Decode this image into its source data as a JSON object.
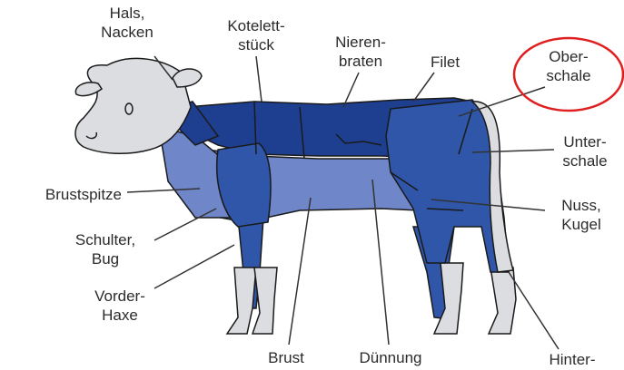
{
  "labels": {
    "hals": [
      "Hals,",
      "Nacken"
    ],
    "kotelett": [
      "Kotelett-",
      "stück"
    ],
    "nieren": [
      "Nieren-",
      "braten"
    ],
    "filet": "Filet",
    "ober": [
      "Ober-",
      "schale"
    ],
    "unter": [
      "Unter-",
      "schale"
    ],
    "brustspitze": "Brustspitze",
    "nuss": [
      "Nuss,",
      "Kugel"
    ],
    "schulter": [
      "Schulter,",
      "Bug"
    ],
    "vorder": [
      "Vorder-",
      "Haxe"
    ],
    "brust": "Brust",
    "duennung": "Dünnung",
    "hinter": "Hinter-"
  },
  "colors": {
    "dark_blue": "#1e3f8f",
    "mid_blue": "#2f56a8",
    "light_blue": "#6f86c9",
    "grey": "#dcdde0",
    "outline": "#3a3a3a",
    "highlight_circle": "#e02020"
  }
}
